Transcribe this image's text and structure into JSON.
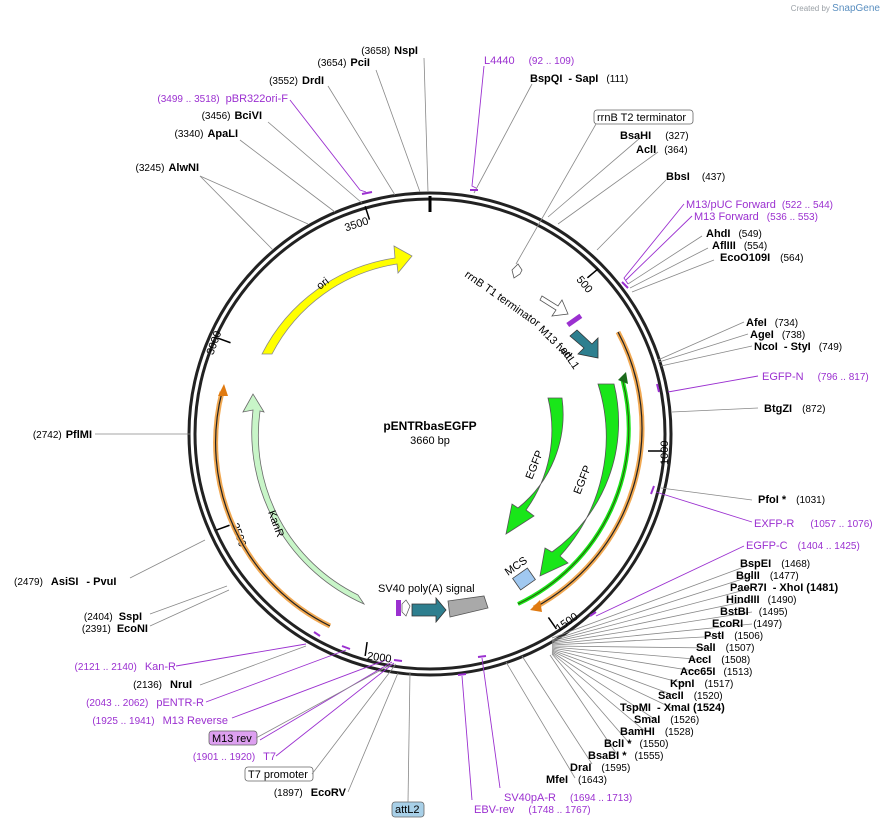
{
  "credit": {
    "created_by": "Created by",
    "brand": "SnapGene"
  },
  "plasmid": {
    "name": "pENTRbasEGFP",
    "size": "3660 bp"
  },
  "backbone_ticks": [
    "500",
    "1000",
    "1500",
    "2000",
    "2500",
    "3000",
    "3500"
  ],
  "features": {
    "ori": "ori",
    "kanr": "KanR",
    "egfp": "EGFP",
    "egfp2": "EGFP",
    "mcs": "MCS",
    "sv40": "SV40 poly(A) signal",
    "rrnb_t1": "rrnB T1 terminator",
    "m13_fwd": "M13 fwd",
    "attl1": "attL1"
  },
  "boxed": {
    "rrnb_t2": "rrnB T2 terminator",
    "m13_rev": "M13 rev",
    "t7_promoter": "T7 promoter",
    "attl2": "attL2"
  },
  "enzymes_top": [
    {
      "name": "NspI",
      "pos": "(3658)"
    },
    {
      "name": "PciI",
      "pos": "(3654)"
    },
    {
      "name": "DrdI",
      "pos": "(3552)"
    },
    {
      "name": "BciVI",
      "pos": "(3456)"
    },
    {
      "name": "ApaLI",
      "pos": "(3340)"
    },
    {
      "name": "AlwNI",
      "pos": "(3245)"
    }
  ],
  "primer_left_top": {
    "name": "pBR322ori-F",
    "range": "(3499 .. 3518)"
  },
  "primer_top": {
    "name": "L4440",
    "range": "(92 .. 109)"
  },
  "bspqi": {
    "name": "BspQI",
    "suffix": "- SapI",
    "pos": "(111)"
  },
  "enzymes_right_top": [
    {
      "name": "BsaHI",
      "pos": "(327)"
    },
    {
      "name": "AclI",
      "pos": "(364)"
    },
    {
      "name": "BbsI",
      "pos": "(437)"
    }
  ],
  "primers_right1": [
    {
      "name": "M13/pUC Forward",
      "range": "(522 .. 544)"
    },
    {
      "name": "M13 Forward",
      "range": "(536 .. 553)"
    }
  ],
  "enzymes_right_mid": [
    {
      "name": "AhdI",
      "pos": "(549)"
    },
    {
      "name": "AflIII",
      "pos": "(554)"
    },
    {
      "name": "EcoO109I",
      "pos": "(564)"
    },
    {
      "name": "AfeI",
      "pos": "(734)"
    },
    {
      "name": "AgeI",
      "pos": "(738)"
    }
  ],
  "ncoi": {
    "name": "NcoI",
    "suffix": "- StyI",
    "pos": "(749)"
  },
  "egfp_n": {
    "name": "EGFP-N",
    "range": "(796 .. 817)"
  },
  "btgzi": {
    "name": "BtgZI",
    "pos": "(872)"
  },
  "pfoi": {
    "name": "PfoI *",
    "pos": "(1031)"
  },
  "exfp_r": {
    "name": "EXFP-R",
    "range": "(1057 .. 1076)"
  },
  "egfp_c": {
    "name": "EGFP-C",
    "range": "(1404 .. 1425)"
  },
  "enzymes_mcs": [
    {
      "name": "BspEI",
      "pos": "(1468)"
    },
    {
      "name": "BglII",
      "pos": "(1477)"
    },
    {
      "name": "PaeR7I",
      "pos": "- XhoI (1481)"
    },
    {
      "name": "HindIII",
      "pos": "(1490)"
    },
    {
      "name": "BstBI",
      "pos": "(1495)"
    },
    {
      "name": "EcoRI",
      "pos": "(1497)"
    },
    {
      "name": "PstI",
      "pos": "(1506)"
    },
    {
      "name": "SalI",
      "pos": "(1507)"
    },
    {
      "name": "AccI",
      "pos": "(1508)"
    },
    {
      "name": "Acc65I",
      "pos": "(1513)"
    },
    {
      "name": "KpnI",
      "pos": "(1517)"
    },
    {
      "name": "SacII",
      "pos": "(1520)"
    },
    {
      "name": "TspMI",
      "pos": "- XmaI (1524)"
    },
    {
      "name": "SmaI",
      "pos": "(1526)"
    },
    {
      "name": "BamHI",
      "pos": "(1528)"
    },
    {
      "name": "BclI *",
      "pos": "(1550)"
    },
    {
      "name": "BsaBI *",
      "pos": "(1555)"
    },
    {
      "name": "DraI",
      "pos": "(1595)"
    },
    {
      "name": "MfeI",
      "pos": "(1643)"
    }
  ],
  "bottom_primers": [
    {
      "name": "SV40pA-R",
      "range": "(1694 .. 1713)"
    },
    {
      "name": "EBV-rev",
      "range": "(1748 .. 1767)"
    }
  ],
  "pflmi": {
    "name": "PflMI",
    "pos": "(2742)"
  },
  "asisi": {
    "name": "AsiSI",
    "suffix": "- PvuI",
    "pos": "(2479)"
  },
  "sspi": {
    "name": "SspI",
    "pos": "(2404)"
  },
  "econi": {
    "name": "EcoNI",
    "pos": "(2391)"
  },
  "kan_r": {
    "name": "Kan-R",
    "range": "(2121 .. 2140)"
  },
  "nrui": {
    "name": "NruI",
    "pos": "(2136)"
  },
  "pentr_r": {
    "name": "pENTR-R",
    "range": "(2043 .. 2062)"
  },
  "m13_reverse": {
    "name": "M13 Reverse",
    "range": "(1925 .. 1941)"
  },
  "t7": {
    "name": "T7",
    "range": "(1901 .. 1920)"
  },
  "ecorv": {
    "name": "EcoRV",
    "pos": "(1897)"
  },
  "colors": {
    "backbone": "#222222",
    "ori": "#ffff00",
    "kanr": "#c8f5c8",
    "egfp": "#19e619",
    "primer": "#9b30d0",
    "orange_arc": "#f0a040",
    "teal": "#2e7f8f",
    "grey": "#a9a9a9",
    "mcs": "#a0c8f0"
  }
}
